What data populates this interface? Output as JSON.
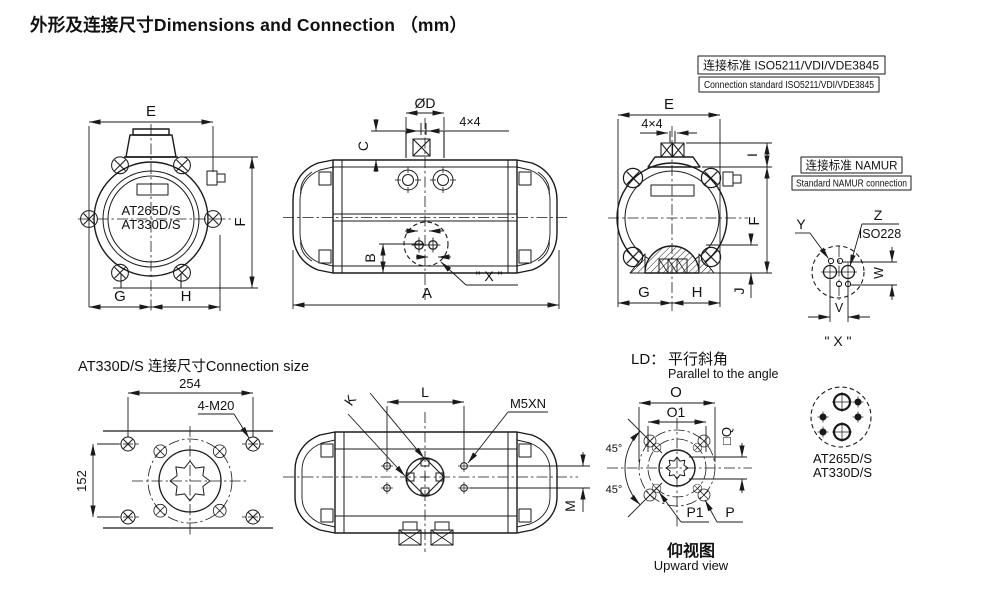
{
  "page": {
    "title": "外形及连接尺寸Dimensions and Connection （mm）"
  },
  "standards": {
    "iso_cn": "连接标准 ISO5211/VDI/VDE3845",
    "iso_en": "Connection standard ISO5211/VDI/VDE3845",
    "namur_cn": "连接标准 NAMUR",
    "namur_en": "Standard NAMUR connection"
  },
  "front_view": {
    "model_line1": "AT265D/S",
    "model_line2": "AT330D/S",
    "dims": {
      "e": "E",
      "f": "F",
      "g": "G",
      "h": "H"
    }
  },
  "side_view": {
    "dims": {
      "d": "ØD",
      "key": "4×4",
      "c": "C",
      "b": "B",
      "a": "A"
    },
    "x_ref": "\" X \""
  },
  "rear_view": {
    "dims": {
      "e": "E",
      "key": "4×4",
      "i": "I",
      "f": "F",
      "j": "J",
      "g": "G",
      "h": "H"
    }
  },
  "namur_detail": {
    "y": "Y",
    "z": "Z",
    "iso228": "ISO228",
    "w": "W",
    "v": "V",
    "x_ref": "\" X \""
  },
  "connection_size": {
    "title": "AT330D/S 连接尺寸Connection size",
    "width": "254",
    "height": "152",
    "bolts": "4-M20"
  },
  "bottom_view": {
    "dims": {
      "k": "K",
      "l": "L",
      "m": "M",
      "thread": "M5XN"
    }
  },
  "upward_view": {
    "ld_prefix": "LD：",
    "ld_cn": "平行斜角",
    "ld_en": "Parallel to the angle",
    "dims": {
      "o": "O",
      "o1": "O1",
      "q": "□Q",
      "p1": "P1",
      "p": "P",
      "angle_top": "45°",
      "angle_bottom": "45°"
    },
    "caption_cn": "仰视图",
    "caption_en": "Upward view"
  },
  "port_detail": {
    "model_line1": "AT265D/S",
    "model_line2": "AT330D/S"
  }
}
